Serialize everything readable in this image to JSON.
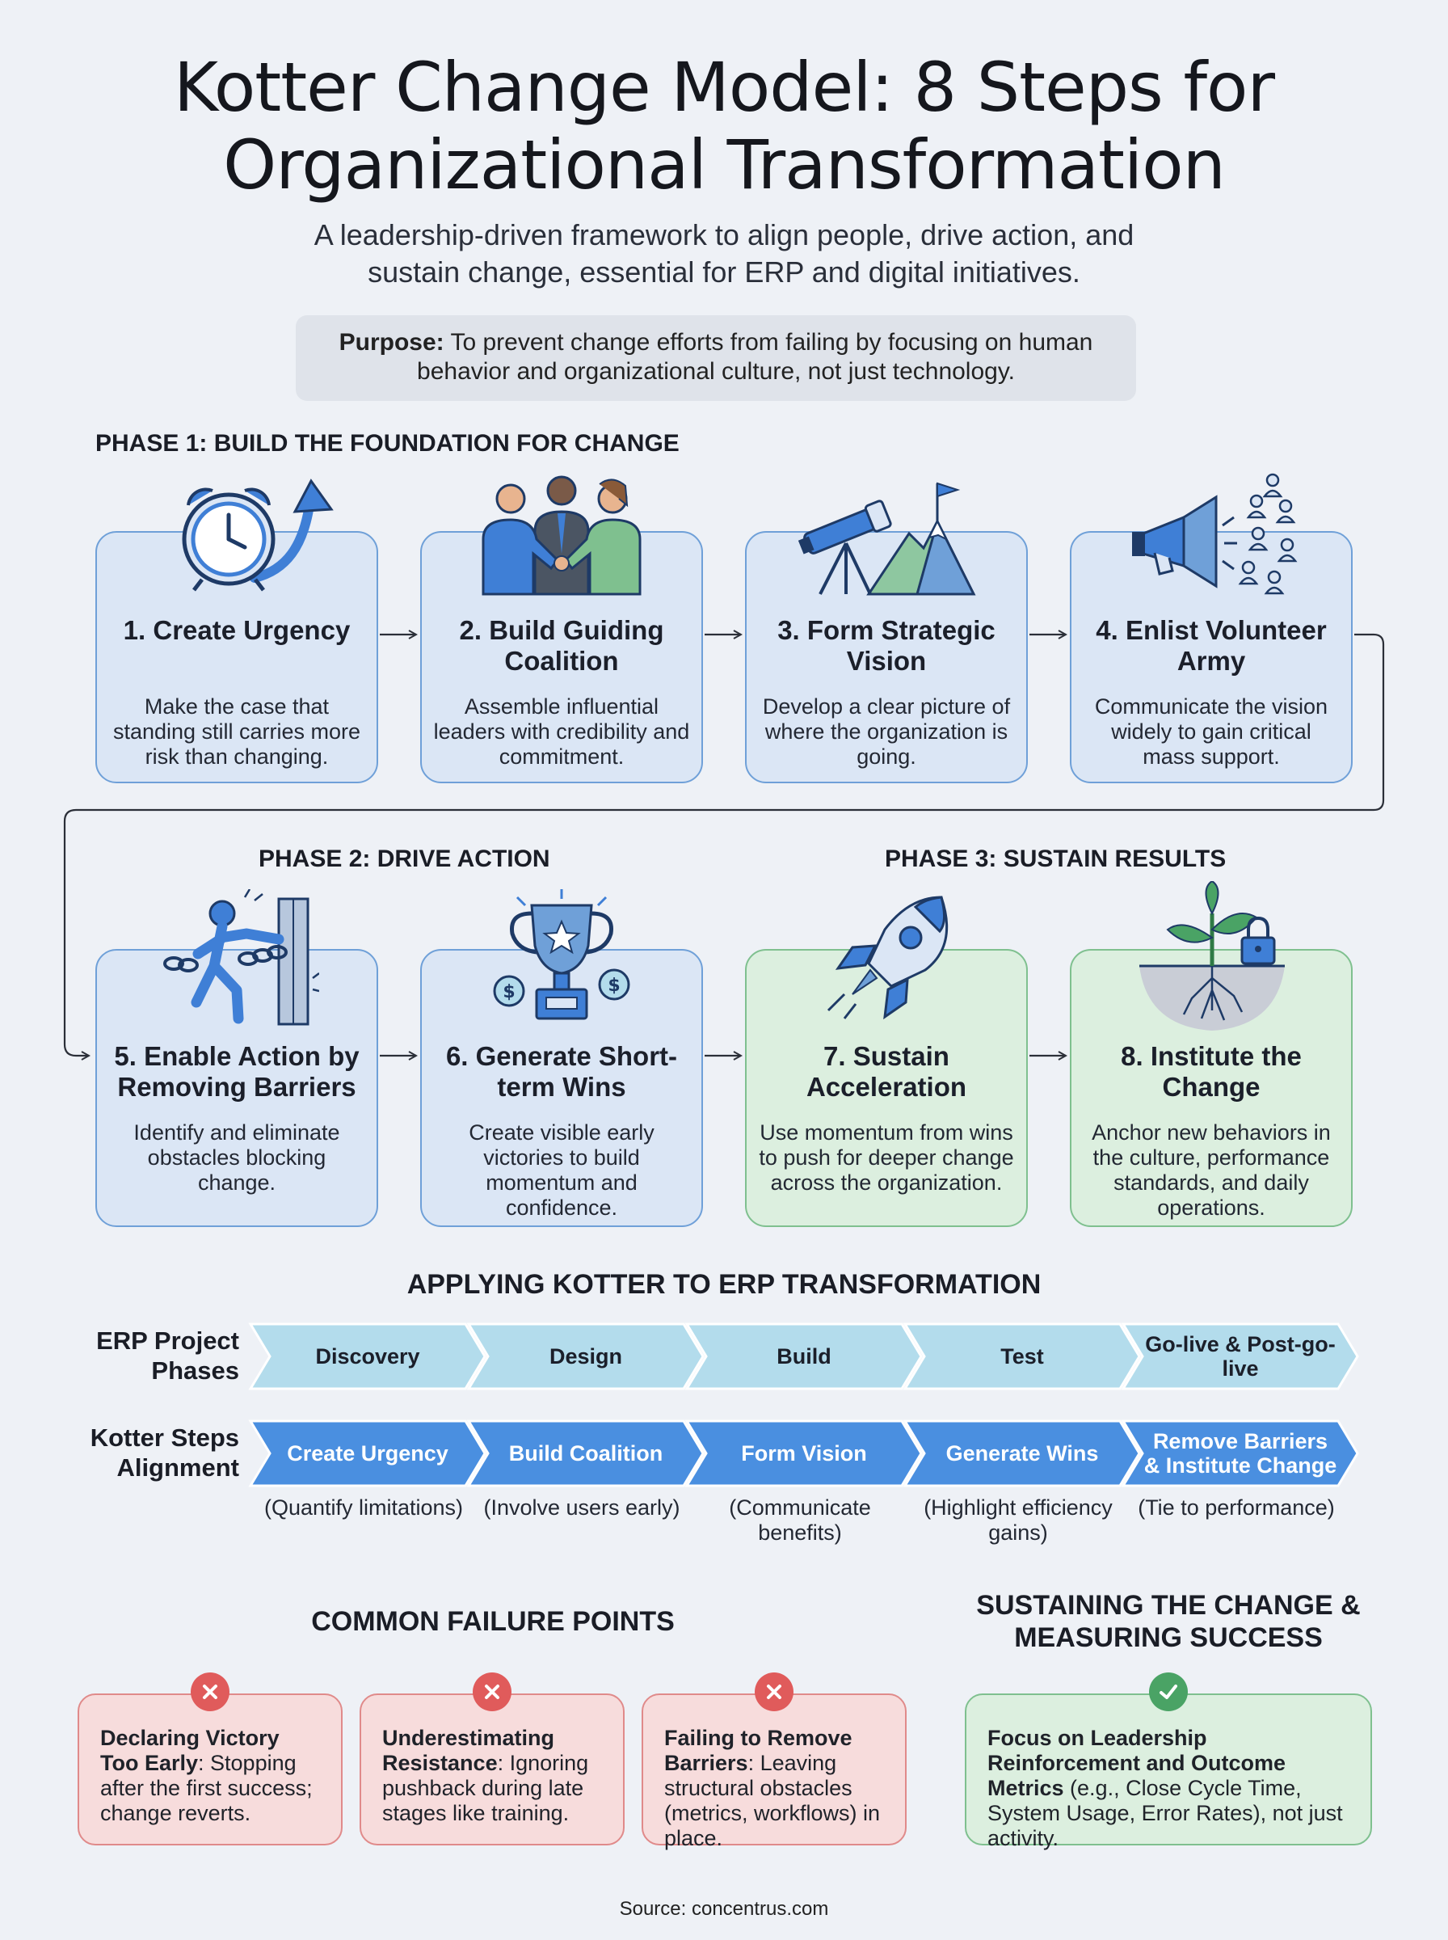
{
  "header": {
    "title_line1": "Kotter Change Model: 8 Steps for",
    "title_line2": "Organizational Transformation",
    "subtitle_line1": "A leadership-driven framework to align people, drive action, and",
    "subtitle_line2": "sustain change, essential for ERP and digital initiatives.",
    "purpose_label": "Purpose:",
    "purpose_text_line1": " To prevent change efforts from failing by focusing on human",
    "purpose_text_line2": "behavior and organizational culture, not just technology."
  },
  "phases": {
    "phase1": "PHASE 1: BUILD THE FOUNDATION FOR CHANGE",
    "phase2": "PHASE 2: DRIVE ACTION",
    "phase3": "PHASE 3: SUSTAIN RESULTS"
  },
  "steps": [
    {
      "title": "1. Create Urgency",
      "desc": "Make the case that standing still carries more risk than changing.",
      "icon": "alarm-clock-arrow-icon"
    },
    {
      "title": "2. Build Guiding Coalition",
      "desc": "Assemble influential leaders with credibility and commitment.",
      "icon": "handshake-people-icon"
    },
    {
      "title": "3. Form Strategic Vision",
      "desc": "Develop a clear picture of where the organization is going.",
      "icon": "telescope-mountain-icon"
    },
    {
      "title": "4. Enlist Volunteer Army",
      "desc": "Communicate the vision widely to gain critical mass support.",
      "icon": "megaphone-people-icon"
    },
    {
      "title": "5. Enable Action by Removing Barriers",
      "desc": "Identify and eliminate obstacles blocking change.",
      "icon": "breaking-chains-icon"
    },
    {
      "title": "6. Generate Short-term Wins",
      "desc": "Create visible early victories to build momentum and confidence.",
      "icon": "trophy-icon"
    },
    {
      "title": "7. Sustain Acceleration",
      "desc": "Use momentum from wins to push for deeper change across the organization.",
      "icon": "rocket-icon"
    },
    {
      "title": "8. Institute the Change",
      "desc": "Anchor new behaviors in the culture, performance standards, and daily operations.",
      "icon": "plant-lock-icon"
    }
  ],
  "erp": {
    "title": "APPLYING KOTTER TO ERP TRANSFORMATION",
    "row1_label_line1": "ERP Project",
    "row1_label_line2": "Phases",
    "row2_label_line1": "Kotter Steps",
    "row2_label_line2": "Alignment",
    "phases": [
      "Discovery",
      "Design",
      "Build",
      "Test",
      "Go-live & Post-go-live"
    ],
    "kotter": [
      "Create Urgency",
      "Build Coalition",
      "Form Vision",
      "Generate Wins",
      "Remove Barriers & Institute Change"
    ],
    "notes": [
      "(Quantify limitations)",
      "(Involve users early)",
      "(Communicate benefits)",
      "(Highlight efficiency gains)",
      "(Tie to performance)"
    ],
    "colors": {
      "phase_fill": "#b3dcec",
      "kotter_fill": "#4a8fe0"
    }
  },
  "failures": {
    "title": "COMMON FAILURE POINTS",
    "items": [
      {
        "bold": "Declaring Victory Too Early",
        "text": ": Stopping after the first success; change reverts."
      },
      {
        "bold": "Underestimating Resistance",
        "text": ": Ignoring pushback during late stages like training."
      },
      {
        "bold": "Failing to Remove Barriers",
        "text": ": Leaving structural obstacles (metrics, workflows) in place."
      }
    ]
  },
  "success": {
    "title_line1": "SUSTAINING THE CHANGE &",
    "title_line2": "MEASURING SUCCESS",
    "bold": "Focus on Leadership Reinforcement and Outcome Metrics",
    "text": " (e.g., Close Cycle Time, System Usage, Error Rates), not just activity."
  },
  "source": "Source: concentrus.com"
}
